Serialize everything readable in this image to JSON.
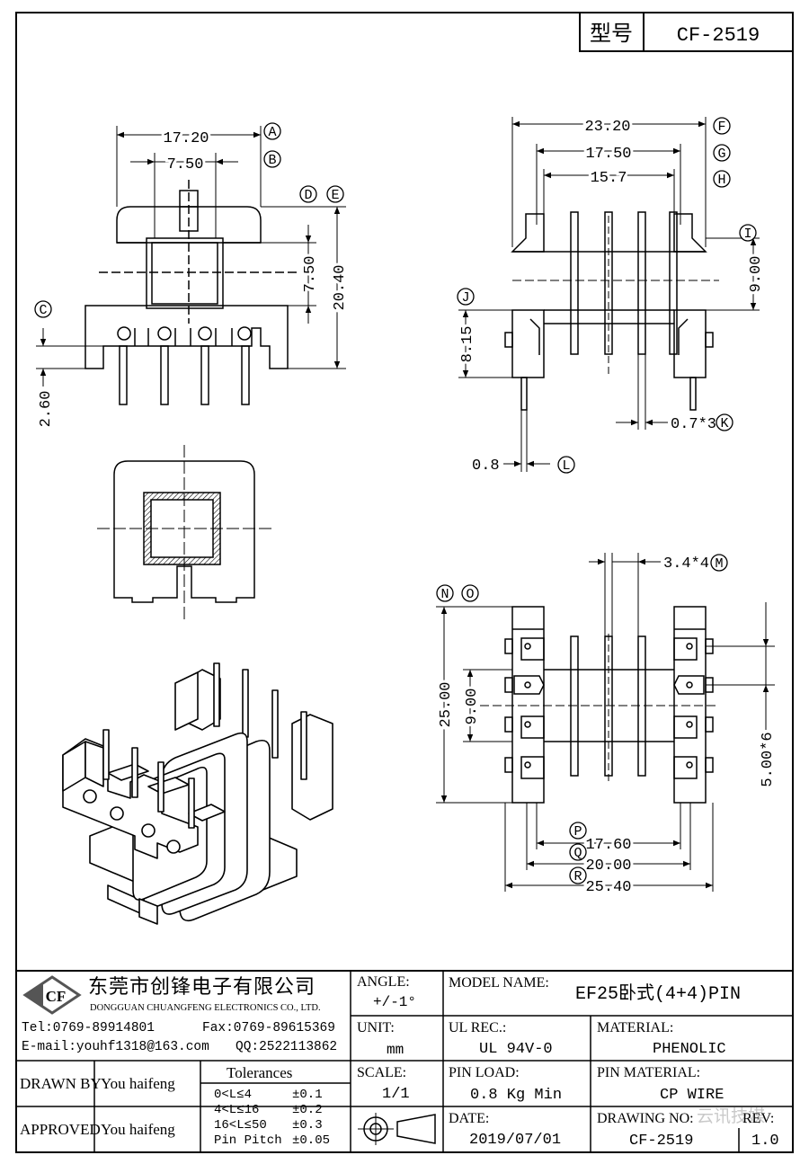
{
  "header": {
    "type_label": "型号",
    "model_code": "CF-2519"
  },
  "dims": {
    "a": "17.20",
    "b": "7.50",
    "de_h": "20.40",
    "e_h": "7.50",
    "c_v": "2.60",
    "f": "23.20",
    "g": "17.50",
    "h": "15.7",
    "i_v": "9.00",
    "j_v": "8.15",
    "k": "0.7*3",
    "l": "0.8",
    "m": "3.4*4",
    "no_v": "25.00",
    "nine": "9.00",
    "pitch": "5.00*6",
    "p": "17.60",
    "q": "20.00",
    "r": "25.40"
  },
  "markers": {
    "a": "A",
    "b": "B",
    "c": "C",
    "d": "D",
    "e": "E",
    "f": "F",
    "g": "G",
    "h": "H",
    "i": "I",
    "j": "J",
    "k": "K",
    "l": "L",
    "m": "M",
    "n": "N",
    "o": "O",
    "p": "P",
    "q": "Q",
    "r": "R"
  },
  "title_block": {
    "logo_text": "CF",
    "company_cn": "东莞市创锋电子有限公司",
    "company_en": "DONGGUAN CHUANGFENG ELECTRONICS CO., LTD.",
    "tel": "Tel:0769-89914801",
    "fax": "Fax:0769-89615369",
    "email": "E-mail:youhf1318@163.com",
    "qq": "QQ:2522113862",
    "angle_label": "ANGLE:",
    "angle_value": "+/-1°",
    "unit_label": "UNIT:",
    "unit_value": "mm",
    "scale_label": "SCALE:",
    "scale_value": "1/1",
    "model_label": "MODEL NAME:",
    "model_value": "EF25卧式(4+4)PIN",
    "ul_label": "UL REC.:",
    "ul_value": "UL 94V-0",
    "material_label": "MATERIAL:",
    "material_value": "PHENOLIC",
    "pin_load_label": "PIN LOAD:",
    "pin_load_value": "0.8 Kg Min",
    "pin_material_label": "PIN MATERIAL:",
    "pin_material_value": "CP WIRE",
    "date_label": "DATE:",
    "date_value": "2019/07/01",
    "drawing_no_label": "DRAWING NO:",
    "drawing_no_value": "CF-2519",
    "rev_label": "REV:",
    "rev_value": "1.0",
    "drawn_by_label": "DRAWN BY",
    "drawn_by_value": "You haifeng",
    "approved_label": "APPROVED",
    "approved_value": "You haifeng",
    "tolerances_label": "Tolerances",
    "tolerances": [
      {
        "range": "0<L≤4",
        "value": "±0.1"
      },
      {
        "range": "4<L≤16",
        "value": "±0.2"
      },
      {
        "range": "16<L≤50",
        "value": "±0.3"
      },
      {
        "range": "Pin Pitch",
        "value": "±0.05"
      }
    ],
    "watermark": "云讯技媒"
  }
}
